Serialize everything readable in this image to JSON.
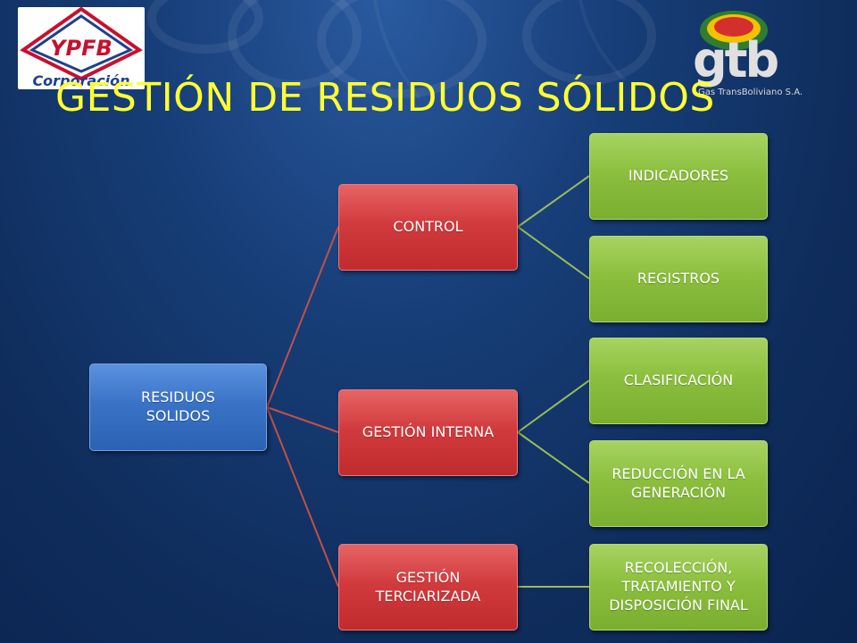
{
  "title": "GESTIÓN DE RESIDUOS SÓLIDOS",
  "logos": {
    "left": {
      "wordmark": "YPFB",
      "caption": "Corporación"
    },
    "right": {
      "wordmark": "gtb",
      "caption": "Gas TransBoliviano S.A."
    }
  },
  "colors": {
    "title": "#ffff33",
    "background": "#173e78",
    "root_node": "#3a73c6",
    "level1_nodes": "#d23b3d",
    "level2_nodes": "#8cbf3e",
    "level1_connectors": "#c0504d",
    "level2_connectors": "#9bbb59"
  },
  "diagram": {
    "root": {
      "id": "root",
      "label": "RESIDUOS\nSOLIDOS"
    },
    "level1": [
      {
        "id": "control",
        "label": "CONTROL"
      },
      {
        "id": "gestion-interna",
        "label": "GESTIÓN INTERNA"
      },
      {
        "id": "gestion-terciarizada",
        "label": "GESTIÓN\nTERCIARIZADA"
      }
    ],
    "level2": [
      {
        "id": "indicadores",
        "parent": "control",
        "label": "INDICADORES"
      },
      {
        "id": "registros",
        "parent": "control",
        "label": "REGISTROS"
      },
      {
        "id": "clasificacion",
        "parent": "gestion-interna",
        "label": "CLASIFICACIÓN"
      },
      {
        "id": "reduccion",
        "parent": "gestion-interna",
        "label": "REDUCCIÓN EN LA\nGENERACIÓN"
      },
      {
        "id": "recoleccion",
        "parent": "gestion-terciarizada",
        "label": "RECOLECCIÓN,\nTRATAMIENTO Y\nDISPOSICIÓN FINAL"
      }
    ]
  }
}
